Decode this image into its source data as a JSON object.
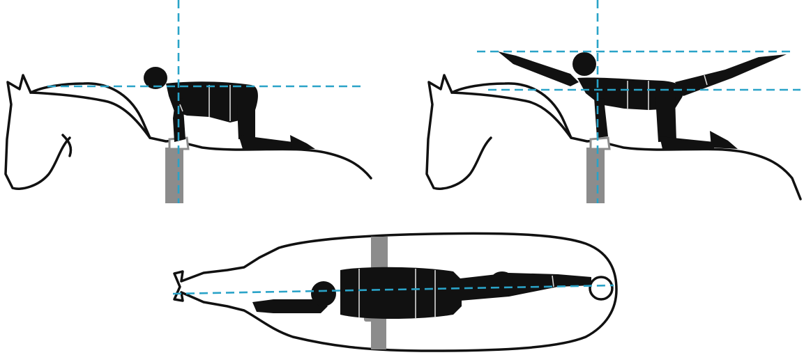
{
  "colors": {
    "guide_line": "#2aa3c8",
    "figure": "#111111",
    "surcingle": "#8c8c8c",
    "background": "#ffffff"
  },
  "panels": [
    {
      "id": "kneel",
      "view": "side"
    },
    {
      "id": "flag",
      "view": "side"
    },
    {
      "id": "top-view",
      "view": "top"
    }
  ]
}
